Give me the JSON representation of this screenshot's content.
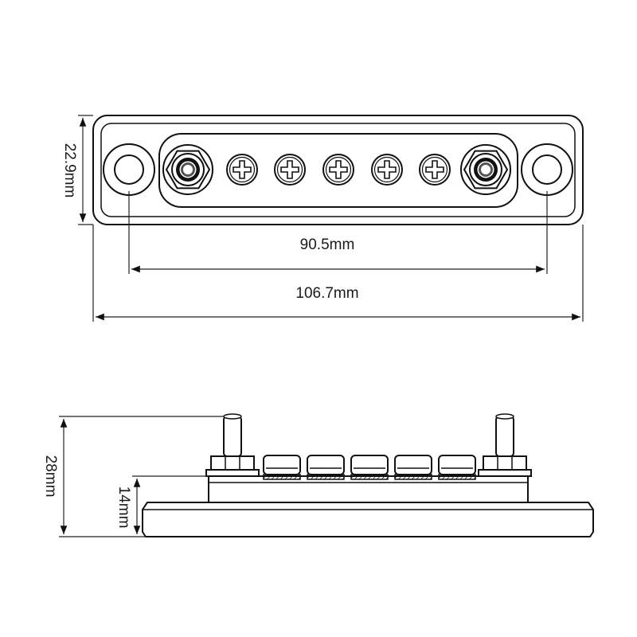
{
  "dimensions": {
    "height_top": "22.9mm",
    "hole_spacing": "90.5mm",
    "overall_length": "106.7mm",
    "total_height": "28mm",
    "base_height": "14mm"
  },
  "colors": {
    "stroke": "#111111",
    "background": "#ffffff"
  }
}
